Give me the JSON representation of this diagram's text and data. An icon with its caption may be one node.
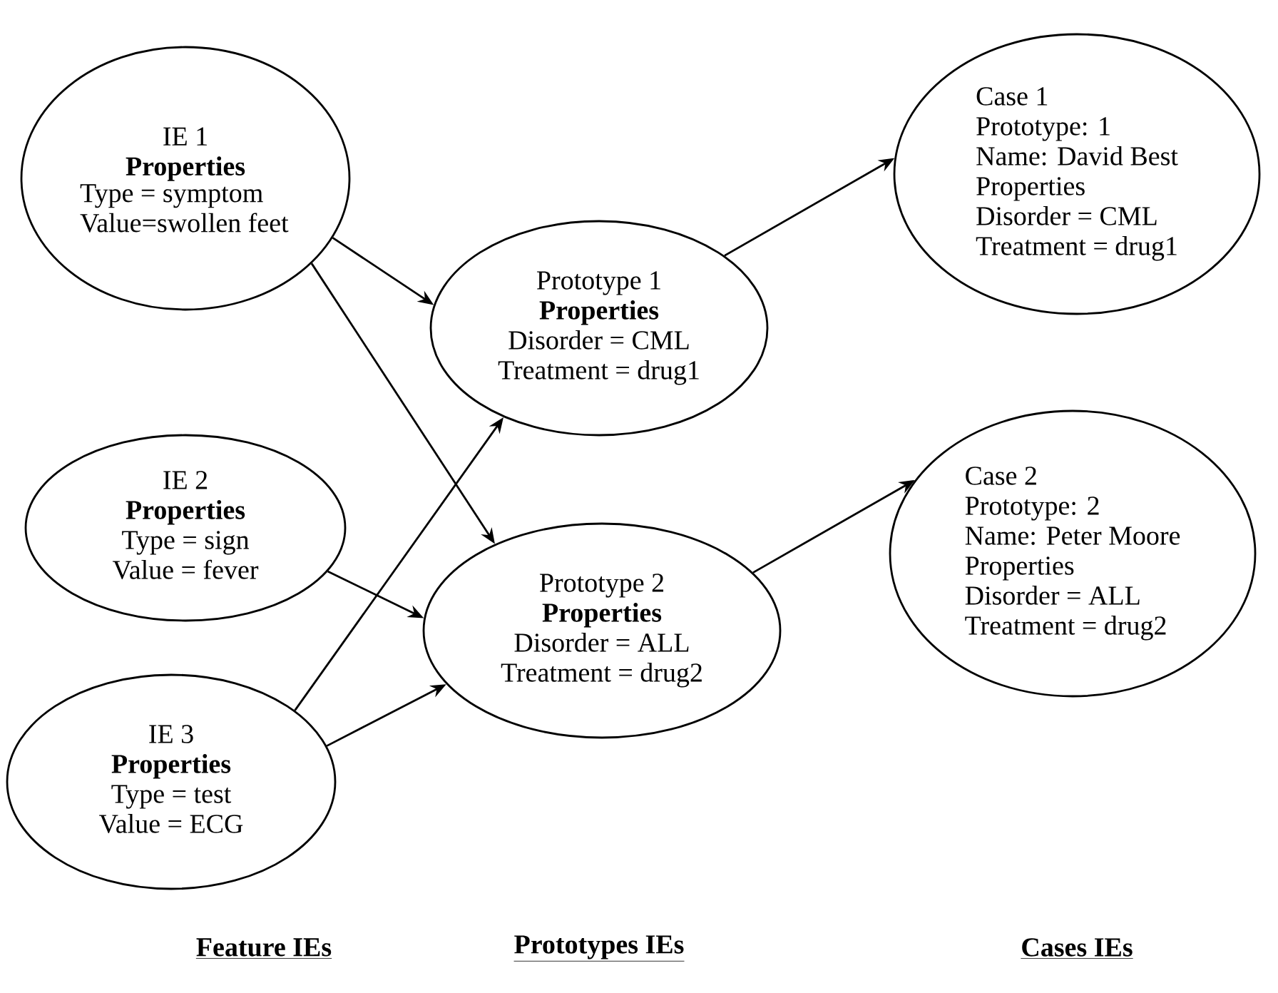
{
  "diagram": {
    "nodes": [
      {
        "text": [
          "IE 1",
          "Properties",
          "Type = symptom",
          "Value=swollen feet"
        ]
      },
      {
        "text": [
          "IE 2",
          "Properties",
          "Type = sign",
          "Value = fever"
        ]
      },
      {
        "text": [
          "IE 3",
          "Properties",
          "Type = test",
          "Value = ECG"
        ]
      },
      {
        "text": [
          "Prototype 1",
          "Properties",
          "Disorder = CML",
          "Treatment = drug1"
        ]
      },
      {
        "text": [
          "Prototype 2",
          "Properties",
          "Disorder = ALL",
          "Treatment = drug2"
        ]
      },
      {
        "text": [
          "Case 1",
          "Prototype:  1",
          "Name: David Best",
          "Properties",
          "Disorder = CML",
          "Treatment = drug1"
        ]
      },
      {
        "text": [
          "Case 2",
          "Prototype:  2",
          "Name: Peter Moore",
          "Properties",
          "Disorder = ALL",
          "Treatment = drug2"
        ]
      }
    ],
    "edges": [
      {
        "from": 0,
        "to": 3,
        "arrow": "to"
      },
      {
        "from": 0,
        "to": 4,
        "arrow": "to"
      },
      {
        "from": 1,
        "to": 4,
        "arrow": "to"
      },
      {
        "from": 2,
        "to": 3,
        "arrow": "to"
      },
      {
        "from": 2,
        "to": 4,
        "arrow": "to"
      },
      {
        "from": 3,
        "to": 5,
        "arrow": "to"
      },
      {
        "from": 4,
        "to": 6,
        "arrow": "to"
      }
    ],
    "labels": [
      "Feature IEs",
      "Prototypes IEs",
      "Cases IEs"
    ]
  }
}
